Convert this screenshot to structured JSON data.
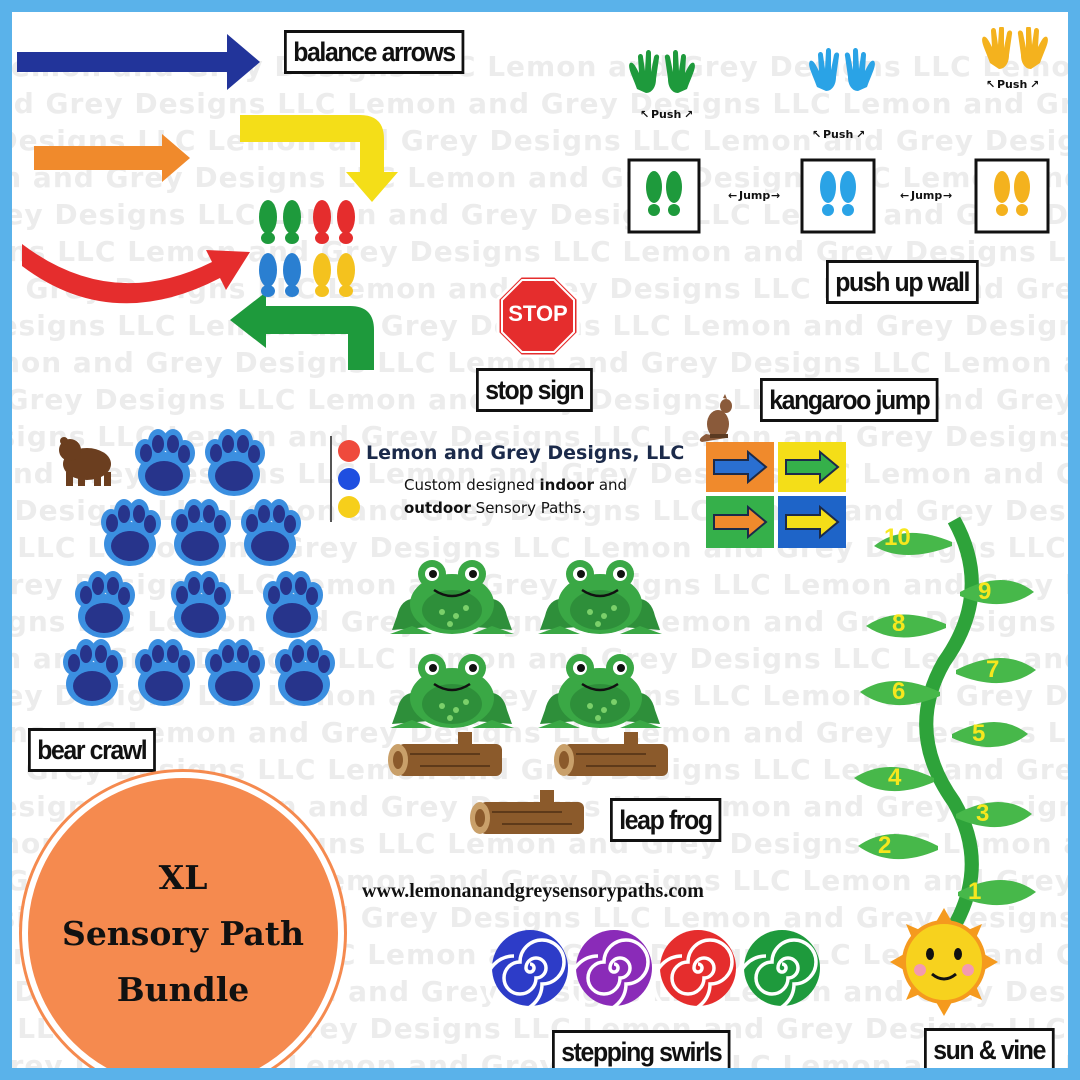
{
  "watermark": {
    "text": "Lemon and Grey Designs LLC  Lemon and Grey Designs LLC  Lemon and Grey Designs LLC  Lemon and Grey Designs LLC  Lemon and Grey Designs LLC"
  },
  "sections": {
    "balance_arrows": "balance arrows",
    "push_up_wall": "push up wall",
    "stop_sign": "stop sign",
    "kangaroo_jump": "kangaroo jump",
    "bear_crawl": "bear crawl",
    "leap_frog": "leap frog",
    "stepping_swirls": "stepping swirls",
    "sun_vine": "sun & vine"
  },
  "push_up": {
    "push": "Push",
    "jump": "Jump"
  },
  "stop": {
    "text": "STOP"
  },
  "brand": {
    "name": "Lemon and Grey Designs, LLC",
    "tagline_1": "Custom designed ",
    "tagline_bold_1": "indoor",
    "tagline_2": " and",
    "tagline_bold_2": "outdoor",
    "tagline_3": " Sensory Paths.",
    "dot_colors": [
      "#ef4a3c",
      "#1f4fe0",
      "#f6cf1b"
    ]
  },
  "url": "www.lemonanandgreysensorypaths.com",
  "badge": {
    "line1": "XL",
    "line2": "Sensory Path",
    "line3": "Bundle",
    "color": "#f58a4f"
  },
  "vine": {
    "numbers": [
      "10",
      "9",
      "8",
      "7",
      "6",
      "5",
      "4",
      "3",
      "2",
      "1"
    ]
  },
  "colors": {
    "border": "#5ab2ea",
    "green": "#1e9a3c",
    "blue": "#2aa3e6",
    "yellow": "#f4bd1e",
    "red": "#e52d2d",
    "navy": "#22349a",
    "orange": "#f08a2c"
  }
}
